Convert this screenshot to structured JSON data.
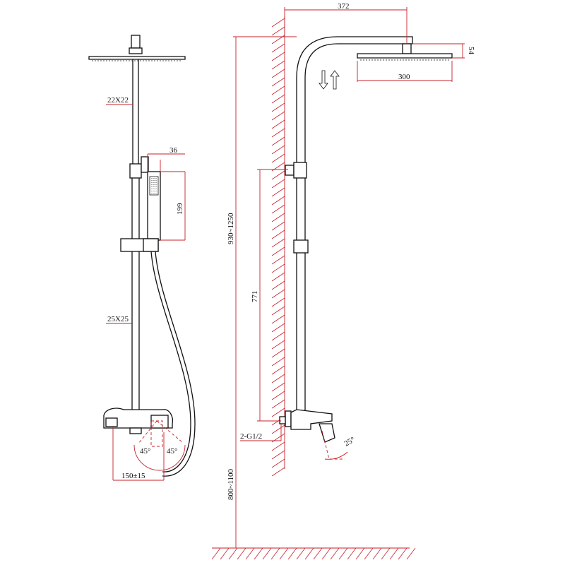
{
  "front_view": {
    "pipe_upper_size": "22X22",
    "pipe_lower_size": "25X25",
    "hand_shower_width": "36",
    "hand_shower_length": "199",
    "handle_angle_left": "45°",
    "handle_angle_right": "45°",
    "inlet_spacing": "150±15"
  },
  "side_view": {
    "arm_reach": "372",
    "head_width": "300",
    "head_height": "54",
    "total_height_range": "930~1250",
    "bracket_height": "771",
    "inlet_thread": "2-G1/2",
    "spout_angle": "25°",
    "mixer_height_range": "800~1100"
  },
  "colors": {
    "outline": "#111111",
    "dimension": "#c8202a"
  }
}
